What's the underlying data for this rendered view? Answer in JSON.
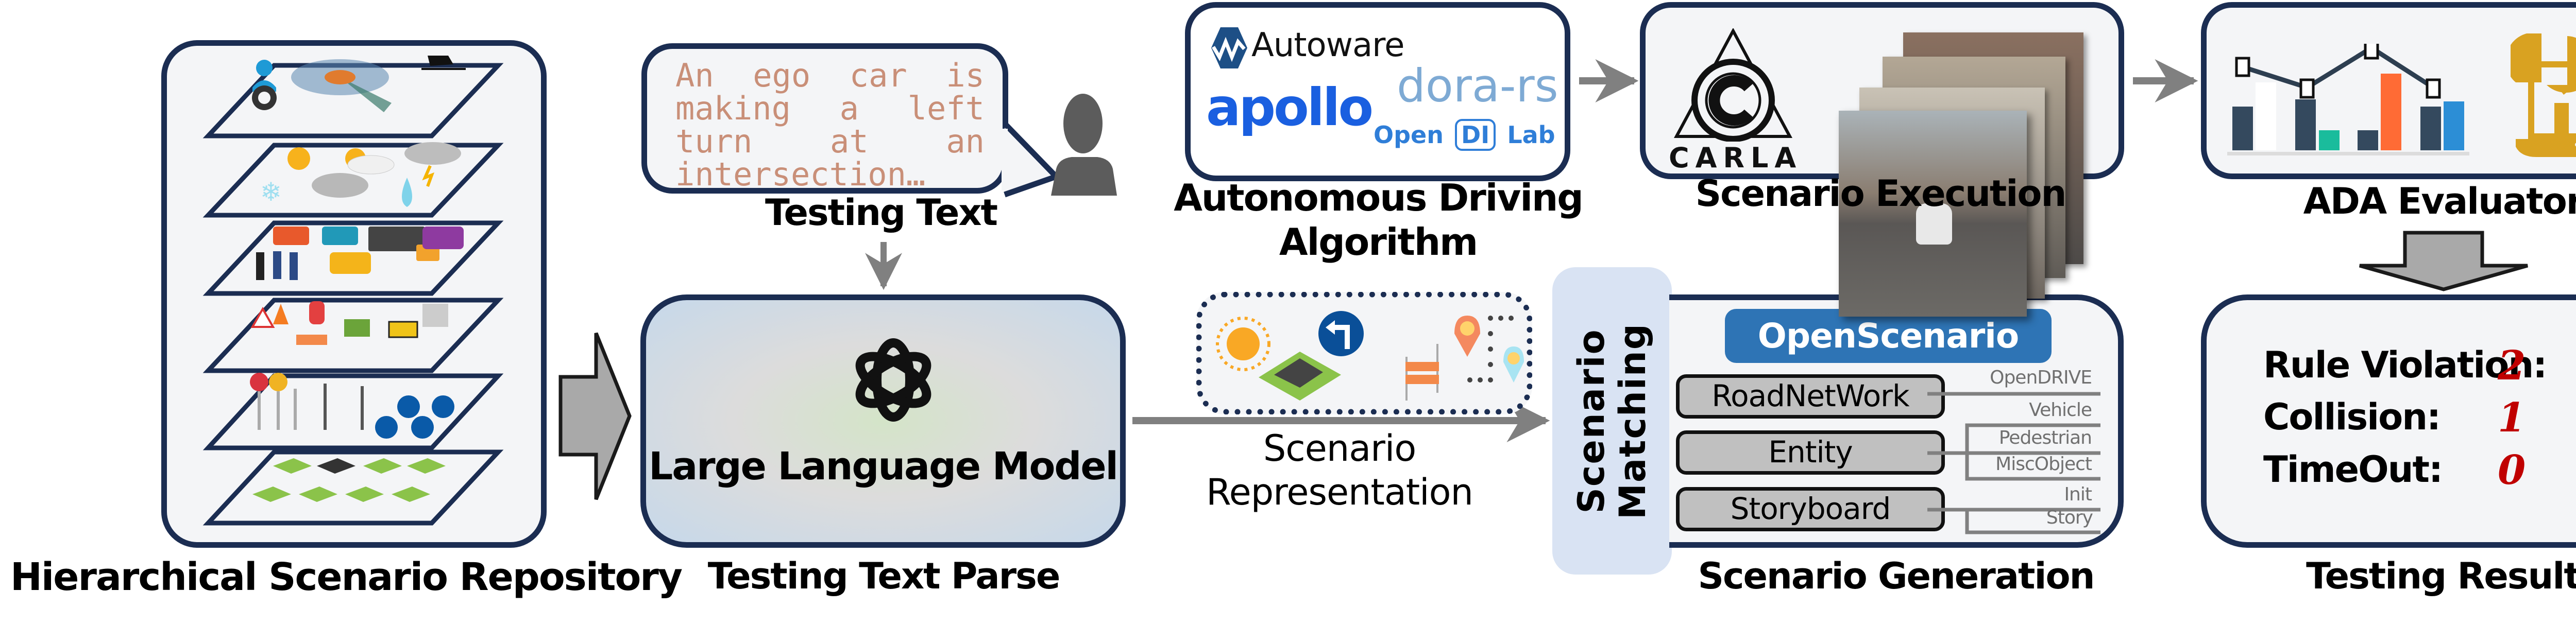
{
  "figure": {
    "stages": {
      "repository": {
        "label": "Hierarchical Scenario Repository",
        "layers": [
          "driver-and-sensors",
          "weather",
          "traffic-participants",
          "road-obstacles",
          "traffic-signs-and-signals",
          "road-network-tiles"
        ]
      },
      "testing_text": {
        "label": "Testing Text",
        "text": "An ego car is making a left turn at an intersection…"
      },
      "text_parse": {
        "label": "Testing Text Parse",
        "model_title": "Large Language Model",
        "logo_icon": "openai-logo-icon"
      },
      "algorithm": {
        "label_line1": "Autonomous Driving",
        "label_line2": "Algorithm",
        "logos": {
          "autoware": "Autoware",
          "apollo": "apollo",
          "dora": "dora-rs",
          "opendilab_open": "Open",
          "opendilab_di": "DI",
          "opendilab_lab": "Lab"
        }
      },
      "representation": {
        "label_line1": "Scenario",
        "label_line2": "Representation",
        "icons": [
          "sun-icon",
          "road-tile-icon",
          "left-turn-sign-icon",
          "barrier-icon",
          "start-pin-icon",
          "route-dots-icon",
          "end-pin-icon"
        ]
      },
      "matching": {
        "line1": "Scenario",
        "line2": "Matching"
      },
      "generation": {
        "label": "Scenario Generation",
        "header": "OpenScenario",
        "elements": [
          {
            "name": "RoadNetWork",
            "children": [
              "OpenDRIVE"
            ]
          },
          {
            "name": "Entity",
            "children": [
              "Vehicle",
              "Pedestrian",
              "MiscObject"
            ]
          },
          {
            "name": "Storyboard",
            "children": [
              "Init",
              "Story"
            ]
          }
        ]
      },
      "execution": {
        "label": "Scenario Execution",
        "simulator": "CARLA"
      },
      "evaluator": {
        "label": "ADA Evaluator"
      },
      "result": {
        "label": "Testing Result",
        "rows": [
          {
            "name": "Rule Violation:",
            "value": "2"
          },
          {
            "name": "Collision:",
            "value": "1"
          },
          {
            "name": "TimeOut:",
            "value": "0"
          }
        ]
      }
    },
    "colors": {
      "border": "#1b2d52",
      "arrow": "#808080",
      "openscenario": "#2e74b5",
      "result_value": "#c00000",
      "bubble_text": "#c98f78"
    }
  }
}
